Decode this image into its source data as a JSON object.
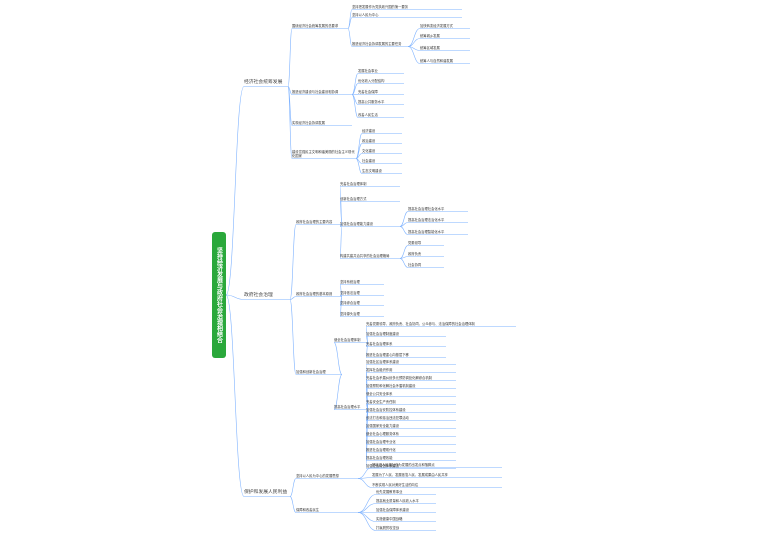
{
  "root": "坚持经济发展与政府社会治理相结合",
  "main": [
    {
      "id": "A",
      "label": "经济社会统筹发展",
      "color": "#7fb3ff",
      "children": [
        {
          "id": "A1",
          "label": "围绕经济社会统筹发展的总要求",
          "children": [
            {
              "id": "A1a",
              "label": "坚持把发展作为党执政兴国的第一要务"
            },
            {
              "id": "A1b",
              "label": "坚持以人民为中心"
            },
            {
              "id": "A1c",
              "label": "推进经济社会协调发展的主要任务",
              "children": [
                {
                  "id": "A1c1",
                  "label": "加快转变经济发展方式"
                },
                {
                  "id": "A1c2",
                  "label": "统筹城乡发展"
                },
                {
                  "id": "A1c3",
                  "label": "统筹区域发展"
                },
                {
                  "id": "A1c4",
                  "label": "统筹人与自然和谐发展"
                }
              ]
            }
          ]
        },
        {
          "id": "A2",
          "label": "推进经济建设与社会建设相协调",
          "children": [
            {
              "id": "A2a",
              "label": "发展社会事业"
            },
            {
              "id": "A2b",
              "label": "优化收入分配结构"
            },
            {
              "id": "A2c",
              "label": "完善社会保障"
            },
            {
              "id": "A2d",
              "label": "提高公共服务水平"
            },
            {
              "id": "A2e",
              "label": "改善人民生活"
            }
          ]
        },
        {
          "id": "A3",
          "label": "实现经济社会协调发展"
        },
        {
          "id": "A4",
          "label": "建设富强民主文明和谐美丽的社会主义现代化国家",
          "children": [
            {
              "id": "A4a",
              "label": "经济建设"
            },
            {
              "id": "A4b",
              "label": "政治建设"
            },
            {
              "id": "A4c",
              "label": "文化建设"
            },
            {
              "id": "A4d",
              "label": "社会建设"
            },
            {
              "id": "A4e",
              "label": "生态文明建设"
            }
          ]
        }
      ]
    },
    {
      "id": "B",
      "label": "政府社会治理",
      "color": "#7fb3ff",
      "children": [
        {
          "id": "B1",
          "label": "政府社会治理的主要内容",
          "children": [
            {
              "id": "B1a",
              "label": "完善社会治理体制"
            },
            {
              "id": "B1b",
              "label": "创新社会治理方式"
            },
            {
              "id": "B1c",
              "label": "加强社会治理能力建设",
              "children": [
                {
                  "id": "B1c1",
                  "label": "提高社会治理社会化水平"
                },
                {
                  "id": "B1c2",
                  "label": "提高社会治理法治化水平"
                },
                {
                  "id": "B1c3",
                  "label": "提高社会治理智能化水平"
                }
              ]
            },
            {
              "id": "B1d",
              "label": "构建共建共治共享的社会治理格局",
              "children": [
                {
                  "id": "B1d1",
                  "label": "党委领导"
                },
                {
                  "id": "B1d2",
                  "label": "政府负责"
                },
                {
                  "id": "B1d3",
                  "label": "社会协同"
                }
              ]
            }
          ]
        },
        {
          "id": "B2",
          "label": "政府社会治理的基本原则",
          "children": [
            {
              "id": "B2a",
              "label": "坚持系统治理"
            },
            {
              "id": "B2b",
              "label": "坚持依法治理"
            },
            {
              "id": "B2c",
              "label": "坚持综合治理"
            },
            {
              "id": "B2d",
              "label": "坚持源头治理"
            }
          ]
        },
        {
          "id": "B3",
          "label": "加强和创新社会治理",
          "children": [
            {
              "id": "B3a",
              "label": "健全社会治理体制",
              "children": [
                {
                  "id": "B3a1",
                  "label": "完善党委领导、政府负责、社会协同、公众参与、法治保障的社会治理体制"
                },
                {
                  "id": "B3a2",
                  "label": "加强社会治理制度建设"
                },
                {
                  "id": "B3a3",
                  "label": "完善社会治理体系"
                },
                {
                  "id": "B3a4",
                  "label": "推进社会治理重心向基层下移"
                }
              ]
            },
            {
              "id": "B3b",
              "label": "提高社会治理水平",
              "children": [
                {
                  "id": "B3b1",
                  "label": "加强社区治理体系建设"
                },
                {
                  "id": "B3b2",
                  "label": "发挥社会组织作用"
                },
                {
                  "id": "B3b3",
                  "label": "完善社会矛盾纠纷多元预防调处化解综合机制"
                },
                {
                  "id": "B3b4",
                  "label": "加强预防和化解社会矛盾机制建设"
                },
                {
                  "id": "B3b5",
                  "label": "健全公共安全体系"
                },
                {
                  "id": "B3b6",
                  "label": "完善安全生产责任制"
                },
                {
                  "id": "B3b7",
                  "label": "加强社会治安防控体系建设"
                },
                {
                  "id": "B3b8",
                  "label": "依法打击和惩治违法犯罪活动"
                },
                {
                  "id": "B3b9",
                  "label": "加强国家安全能力建设"
                },
                {
                  "id": "B3b10",
                  "label": "健全社会心理服务体系"
                },
                {
                  "id": "B3b11",
                  "label": "加强社会治理专业化"
                },
                {
                  "id": "B3b12",
                  "label": "推进社会治理现代化"
                },
                {
                  "id": "B3b13",
                  "label": "提高社会治理效能"
                },
                {
                  "id": "B3b14",
                  "label": "加强社会诚信体系建设"
                }
              ]
            }
          ]
        }
      ]
    },
    {
      "id": "C",
      "label": "保护和发展人民利益",
      "color": "#7fb3ff",
      "children": [
        {
          "id": "C1",
          "label": "坚持以人民为中心的发展思想",
          "children": [
            {
              "id": "C1a",
              "label": "把增进人民福祉作为发展的出发点和落脚点"
            },
            {
              "id": "C1b",
              "label": "发展为了人民、发展依靠人民、发展成果由人民共享"
            },
            {
              "id": "C1c",
              "label": "不断实现人民对美好生活的向往"
            }
          ]
        },
        {
          "id": "C2",
          "label": "保障和改善民生",
          "children": [
            {
              "id": "C2a",
              "label": "优先发展教育事业"
            },
            {
              "id": "C2b",
              "label": "提高就业质量和人民收入水平"
            },
            {
              "id": "C2c",
              "label": "加强社会保障体系建设"
            },
            {
              "id": "C2d",
              "label": "实施健康中国战略"
            },
            {
              "id": "C2e",
              "label": "打赢脱贫攻坚战"
            }
          ]
        }
      ]
    }
  ]
}
